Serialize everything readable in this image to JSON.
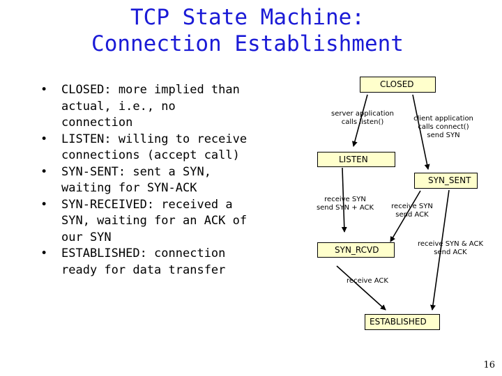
{
  "title": {
    "line1": "TCP State Machine:",
    "line2": "Connection Establishment"
  },
  "bullets": [
    {
      "marker": "•",
      "text": "CLOSED: more implied than actual, i.e., no connection"
    },
    {
      "marker": "•",
      "text": "LISTEN: willing to receive connections (accept call)"
    },
    {
      "marker": "•",
      "text": "SYN-SENT: sent a SYN, waiting for SYN-ACK"
    },
    {
      "marker": "•",
      "text": "SYN-RECEIVED: received a SYN, waiting for an ACK of our SYN"
    },
    {
      "marker": "•",
      "text": "ESTABLISHED: connection ready for data transfer"
    }
  ],
  "states": {
    "closed": "CLOSED",
    "listen": "LISTEN",
    "syn_sent": "SYN_SENT",
    "syn_rcvd": "SYN_RCVD",
    "established": "ESTABLISHED"
  },
  "transitions": {
    "server_open": {
      "line1": "server application",
      "line2": "calls listen()"
    },
    "client_open": {
      "line1": "client application",
      "line2": "calls connect()",
      "line3": "send SYN"
    },
    "listen_to_rcvd": {
      "line1": "receive SYN",
      "line2": "send SYN + ACK"
    },
    "sent_to_rcvd": {
      "line1": "receive SYN",
      "line2": "send  ACK"
    },
    "sent_to_est": {
      "line1": "receive SYN & ACK",
      "line2": "send ACK"
    },
    "rcvd_to_est": {
      "line1": "receive ACK"
    }
  },
  "page_number": "16",
  "colors": {
    "title": "#1a1ad6",
    "state_fill": "#ffffcc",
    "background": "#ffffff"
  }
}
